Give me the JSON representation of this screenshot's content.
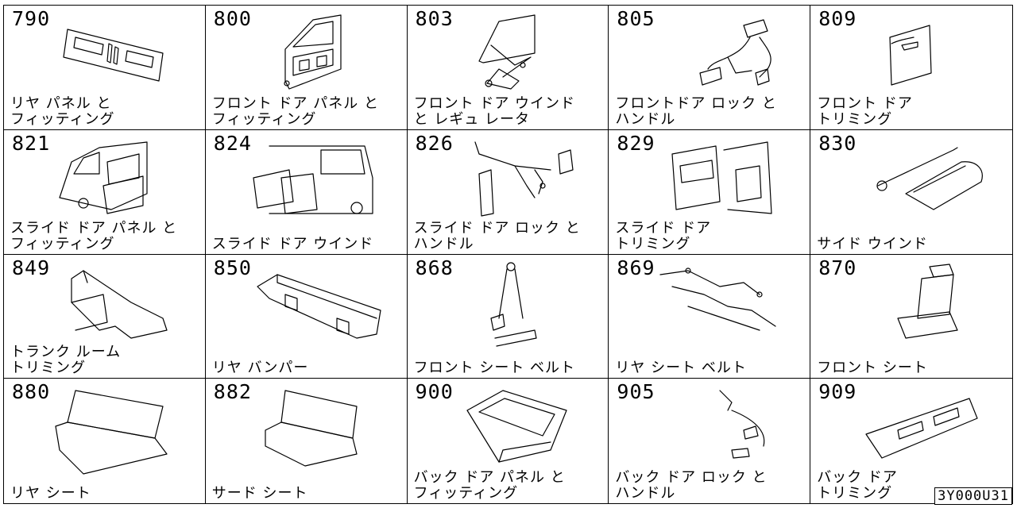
{
  "cells": [
    {
      "num": "790",
      "label": "リヤ パネル と\nフィッティング",
      "icon": "rear-panel-icon"
    },
    {
      "num": "800",
      "label": "フロント ドア パネル と\nフィッティング",
      "icon": "front-door-panel-icon"
    },
    {
      "num": "803",
      "label": "フロント ドア ウインド\nと レギュ レータ",
      "icon": "door-window-regulator-icon"
    },
    {
      "num": "805",
      "label": "フロントドア ロック と\nハンドル",
      "icon": "door-lock-handle-icon"
    },
    {
      "num": "809",
      "label": "フロント ドア\nトリミング",
      "icon": "door-trim-icon"
    },
    {
      "num": "821",
      "label": "スライド ドア パネル と\nフィッティング",
      "icon": "slide-door-panel-icon"
    },
    {
      "num": "824",
      "label": "スライド ドア ウインド",
      "icon": "slide-door-window-icon"
    },
    {
      "num": "826",
      "label": "スライド ドア ロック と\nハンドル",
      "icon": "slide-door-lock-icon"
    },
    {
      "num": "829",
      "label": "スライド ドア\nトリミング",
      "icon": "slide-door-trim-icon"
    },
    {
      "num": "830",
      "label": "サイド ウインド",
      "icon": "side-window-icon"
    },
    {
      "num": "849",
      "label": "トランク ルーム\nトリミング",
      "icon": "trunk-room-trim-icon"
    },
    {
      "num": "850",
      "label": "リヤ バンパー",
      "icon": "rear-bumper-icon"
    },
    {
      "num": "868",
      "label": "フロント シート ベルト",
      "icon": "front-seat-belt-icon"
    },
    {
      "num": "869",
      "label": "リヤ シート ベルト",
      "icon": "rear-seat-belt-icon"
    },
    {
      "num": "870",
      "label": "フロント シート",
      "icon": "front-seat-icon"
    },
    {
      "num": "880",
      "label": "リヤ シート",
      "icon": "rear-seat-icon"
    },
    {
      "num": "882",
      "label": "サード シート",
      "icon": "third-seat-icon"
    },
    {
      "num": "900",
      "label": "バック ドア パネル と\nフィッティング",
      "icon": "back-door-panel-icon"
    },
    {
      "num": "905",
      "label": "バック ドア ロック と\nハンドル",
      "icon": "back-door-lock-icon"
    },
    {
      "num": "909",
      "label": "バック ドア\nトリミング",
      "icon": "back-door-trim-icon"
    }
  ],
  "diagram_code": "3Y000U31"
}
